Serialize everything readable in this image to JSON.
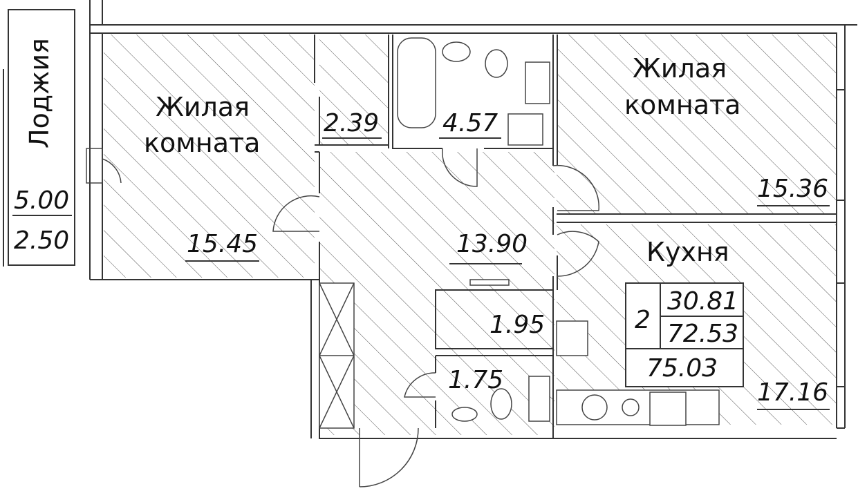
{
  "plan": {
    "loggia": {
      "label": "Лоджия",
      "area": "5.00",
      "area_reduced": "2.50"
    },
    "rooms": [
      {
        "label_line1": "Жилая",
        "label_line2": "комната",
        "area": "15.45"
      },
      {
        "label_line1": "Жилая",
        "label_line2": "комната",
        "area": "15.36"
      },
      {
        "label_line1": "Кухня",
        "area": "17.16"
      }
    ],
    "hall_area": "13.90",
    "wardrobe_area": "2.39",
    "bathroom_area": "4.57",
    "storage_area": "1.95",
    "toilet_area": "1.75",
    "summary": {
      "rooms": "2",
      "living_area": "30.81",
      "total_area": "72.53",
      "total_with_loggia": "75.03"
    }
  }
}
